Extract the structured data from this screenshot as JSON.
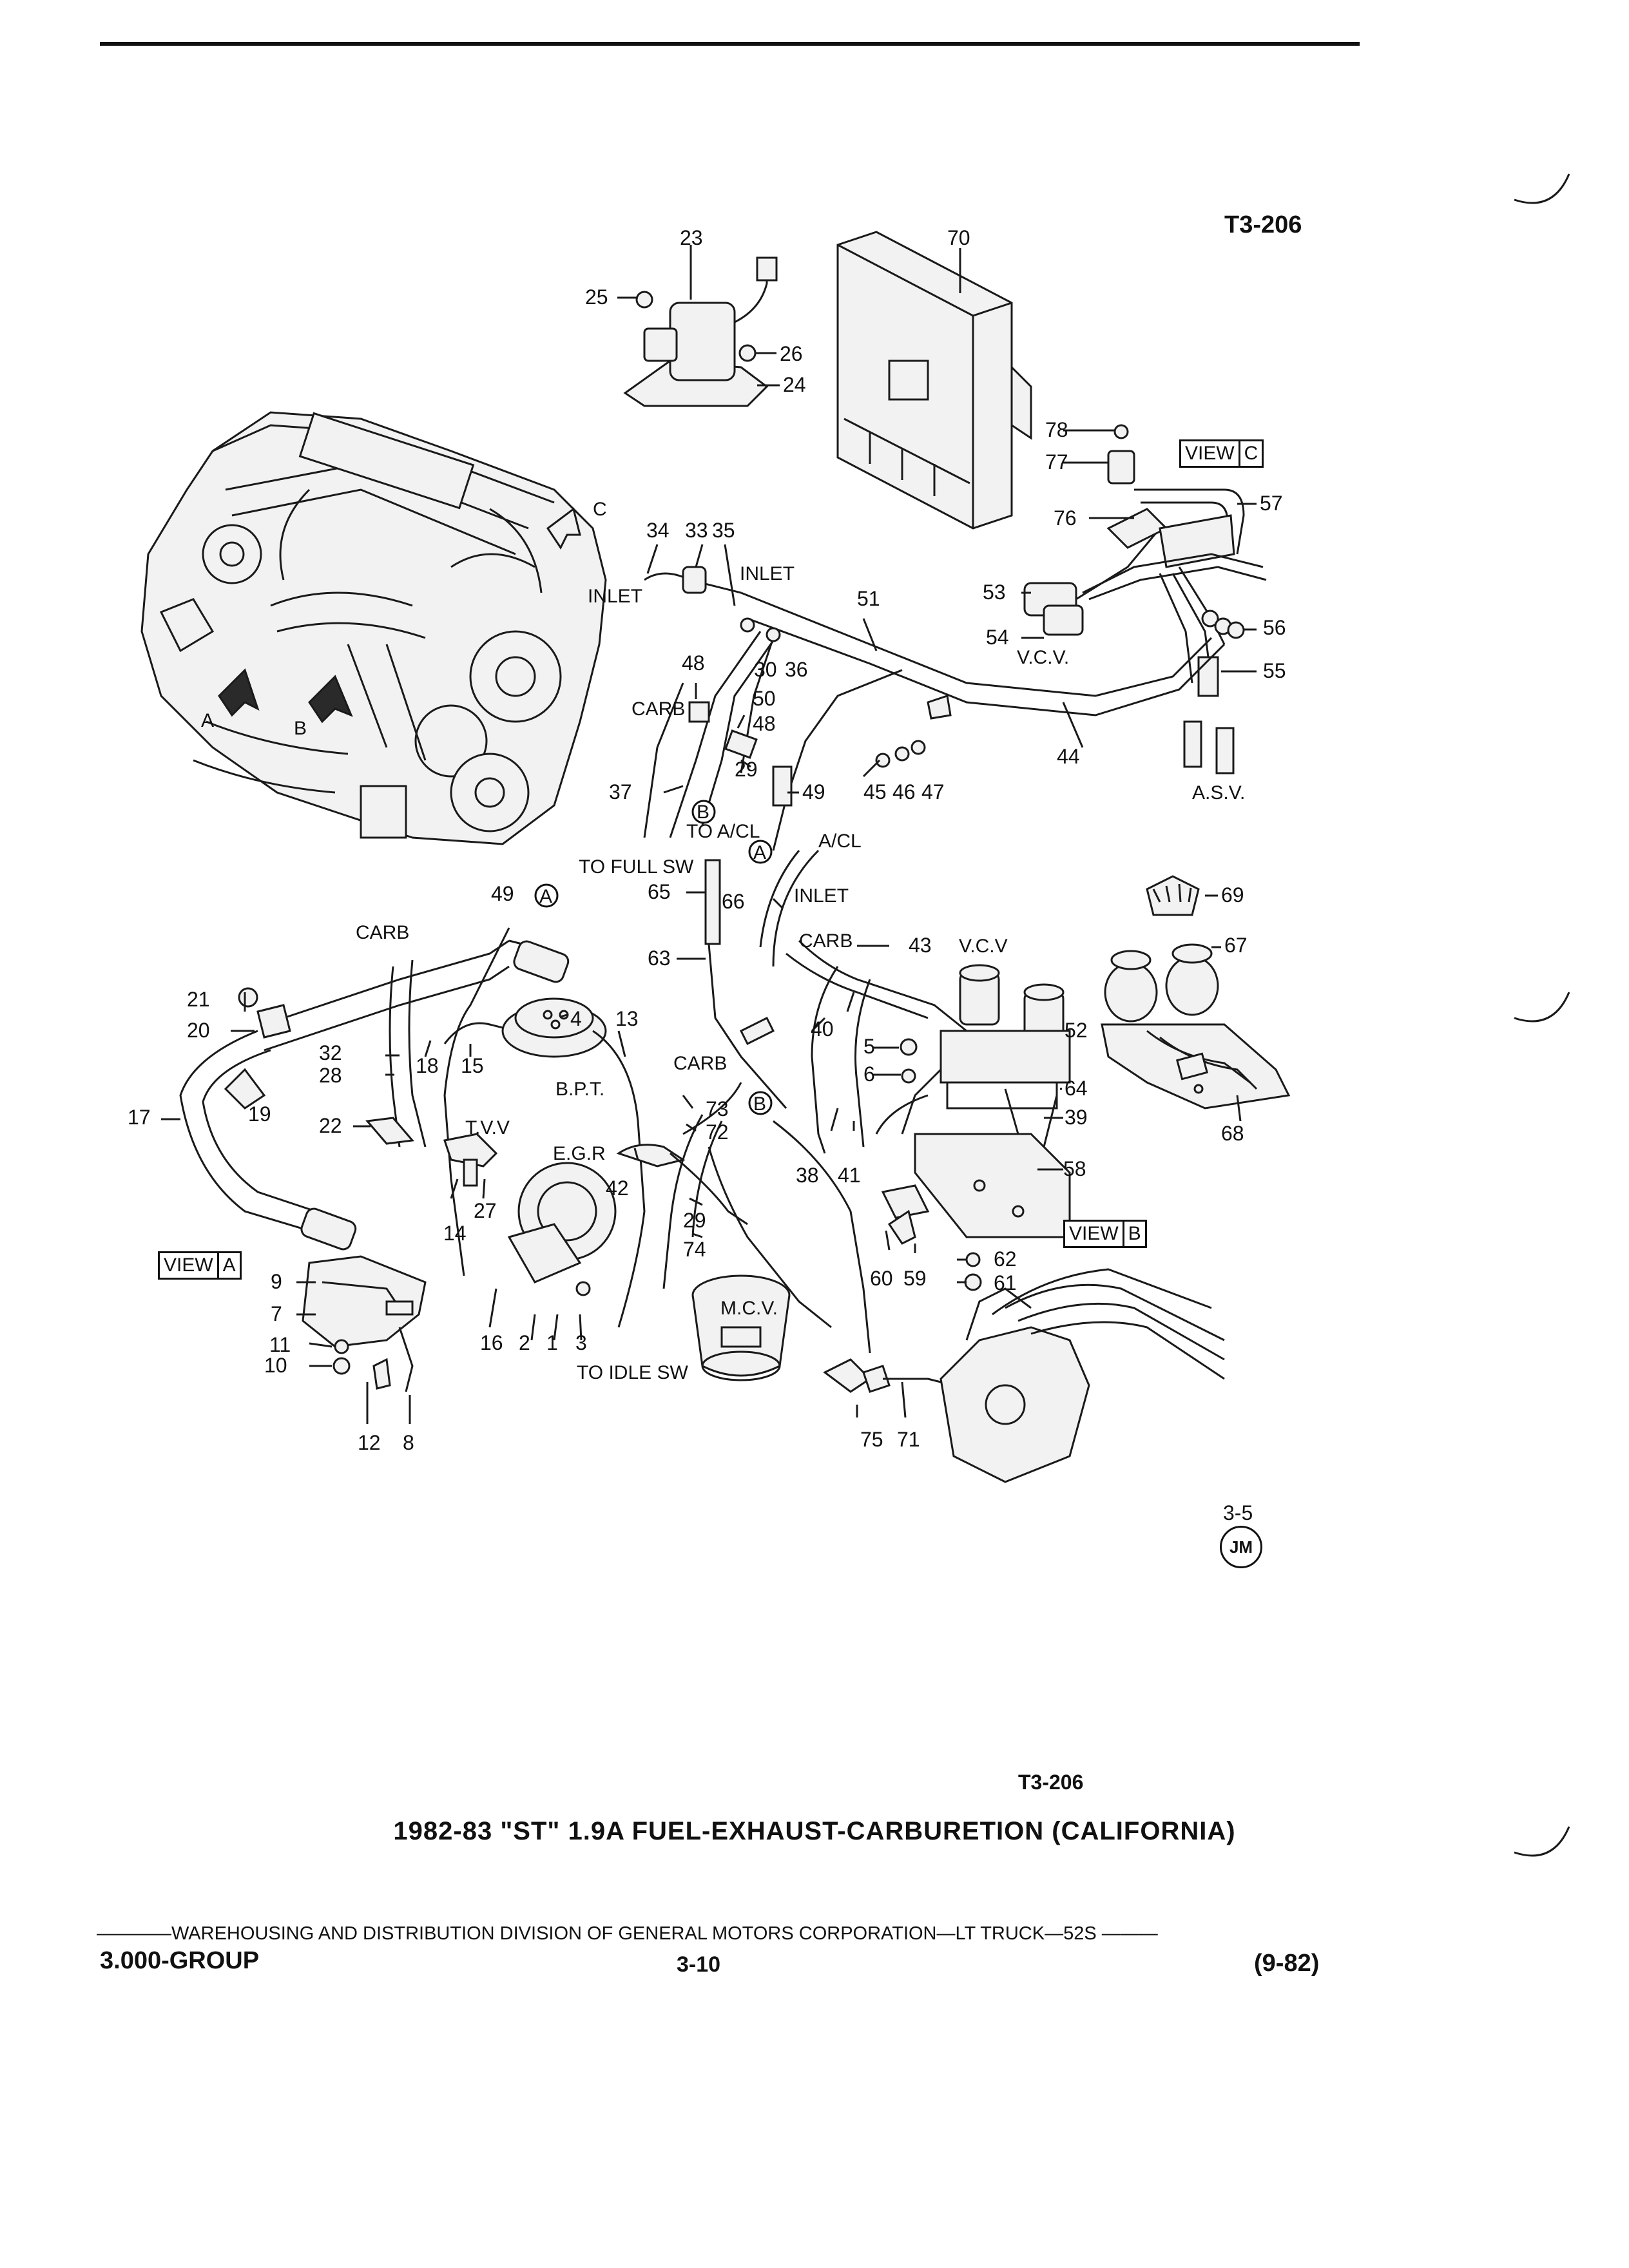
{
  "figure_number_top": "T3-206",
  "figure_number_bottom": "T3-206",
  "title": "1982-83 \"ST\" 1.9A FUEL-EXHAUST-CARBURETION (CALIFORNIA)",
  "footer": {
    "line": "————WAREHOUSING AND DISTRIBUTION DIVISION OF GENERAL MOTORS CORPORATION—LT TRUCK—52S ———",
    "group": "3.000-GROUP",
    "page": "3-10",
    "date": "(9-82)"
  },
  "section_ref": "3-5",
  "badge": "JM",
  "views": {
    "a": {
      "text": "VIEW",
      "letter": "A"
    },
    "b": {
      "text": "VIEW",
      "letter": "B"
    },
    "c": {
      "text": "VIEW",
      "letter": "C"
    }
  },
  "callouts": {
    "n1": "1",
    "n2": "2",
    "n3": "3",
    "n4": "4",
    "n5": "5",
    "n6": "6",
    "n7": "7",
    "n8": "8",
    "n9": "9",
    "n10": "10",
    "n11": "11",
    "n12": "12",
    "n13": "13",
    "n14": "14",
    "n15": "15",
    "n16": "16",
    "n17": "17",
    "n18": "18",
    "n19": "19",
    "n20": "20",
    "n21": "21",
    "n22": "22",
    "n23": "23",
    "n24": "24",
    "n25": "25",
    "n26": "26",
    "n27": "27",
    "n28": "28",
    "n29a": "29",
    "n29b": "29",
    "n30": "30",
    "n32": "32",
    "n33": "33",
    "n34": "34",
    "n35": "35",
    "n36": "36",
    "n37": "37",
    "n38": "38",
    "n39": "39",
    "n40": "40",
    "n41": "41",
    "n42": "42",
    "n43": "43",
    "n44": "44",
    "n45": "45",
    "n46": "46",
    "n47": "47",
    "n48a": "48",
    "n48b": "48",
    "n49a": "49",
    "n49b": "49",
    "n50": "50",
    "n51": "51",
    "n52": "52",
    "n53": "53",
    "n54": "54",
    "n55": "55",
    "n56": "56",
    "n57": "57",
    "n58": "58",
    "n59": "59",
    "n60": "60",
    "n61": "61",
    "n62": "62",
    "n63": "63",
    "n64": "64",
    "n65": "65",
    "n66": "66",
    "n67": "67",
    "n68": "68",
    "n69": "69",
    "n70": "70",
    "n71": "71",
    "n72": "72",
    "n73": "73",
    "n74": "74",
    "n75": "75",
    "n76": "76",
    "n77": "77",
    "n78": "78"
  },
  "letters": {
    "a_view": "A",
    "b_view": "B",
    "c_view": "C",
    "a_circle_1": "A",
    "a_circle_2": "A",
    "b_circle_1": "B",
    "b_circle_2": "B"
  },
  "words": {
    "inlet_1": "INLET",
    "inlet_2": "INLET",
    "inlet_3": "INLET",
    "carb_1": "CARB",
    "carb_2": "CARB",
    "carb_3": "CARB",
    "carb_4": "CARB",
    "vcv_1": "V.C.V.",
    "vcv_2": "V.C.V",
    "asv": "A.S.V.",
    "to_acl": "TO A/CL",
    "acl": "A/CL",
    "to_full_sw": "TO FULL SW",
    "bpt": "B.P.T.",
    "tvv": "T.V.V",
    "egr": "E.G.R",
    "mcv": "M.C.V.",
    "to_idle_sw": "TO IDLE SW"
  }
}
